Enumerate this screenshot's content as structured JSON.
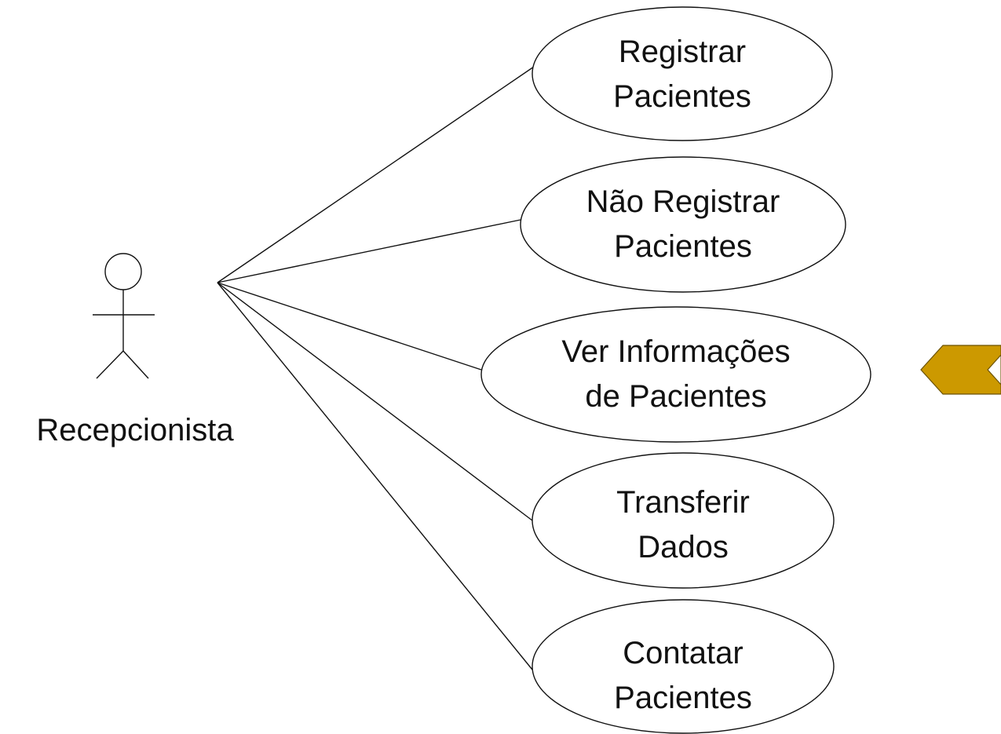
{
  "actor": {
    "name": "Recepcionista"
  },
  "use_cases": [
    {
      "lines": [
        "Registrar",
        "Pacientes"
      ]
    },
    {
      "lines": [
        "Não Registrar",
        "Pacientes"
      ]
    },
    {
      "lines": [
        "Ver Informações",
        "de Pacientes"
      ]
    },
    {
      "lines": [
        "Transferir",
        "Dados"
      ]
    },
    {
      "lines": [
        "Contatar",
        "Pacientes"
      ]
    }
  ],
  "colors": {
    "nav_tab_fill": "#CC9900",
    "nav_tab_stroke": "#6B5200",
    "stroke": "#111111"
  },
  "icons": {
    "nav_tab": "back-chevron-tab-icon"
  }
}
